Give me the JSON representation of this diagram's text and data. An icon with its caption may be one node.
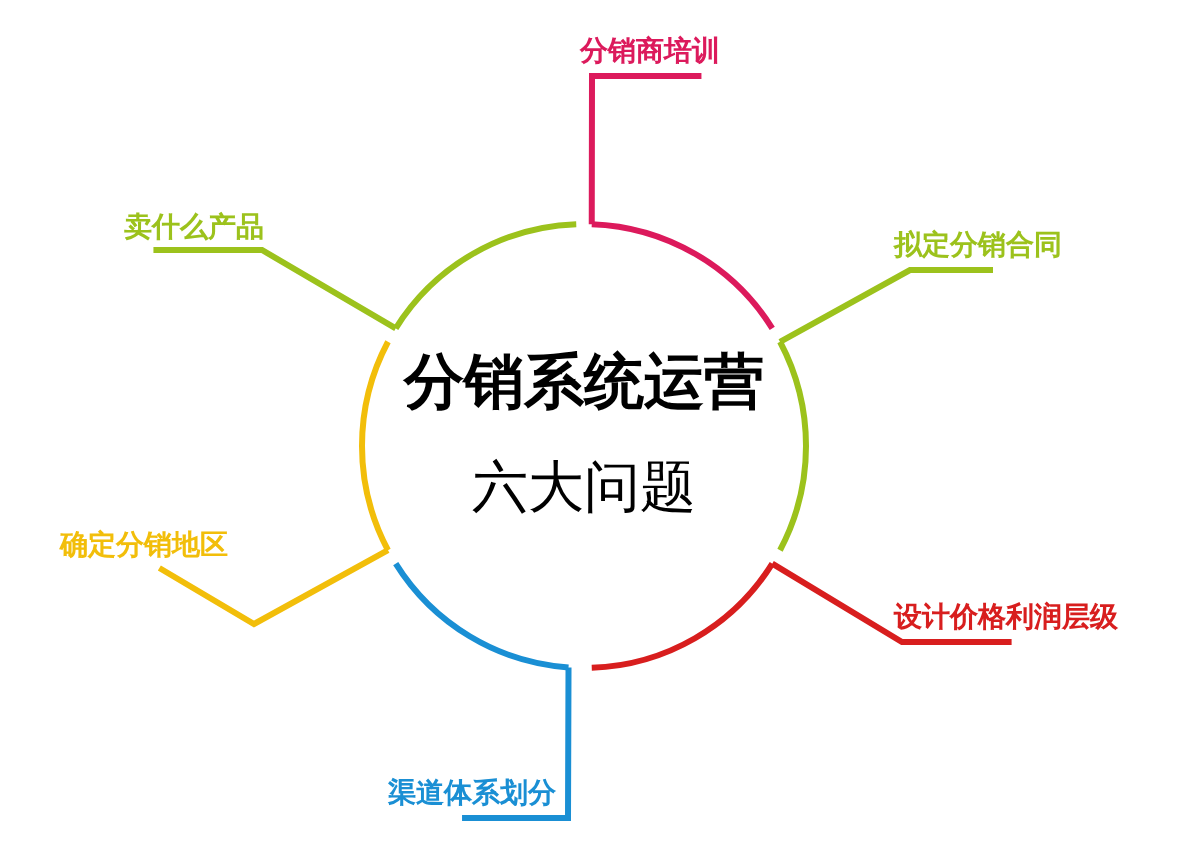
{
  "diagram": {
    "nodes": [
      {
        "text": [
          "分销系统运营",
          "六大问题"
        ]
      },
      {
        "text": [
          "分销商培训"
        ]
      },
      {
        "text": [
          "拟定分销合同"
        ]
      },
      {
        "text": [
          "设计价格利润层级"
        ]
      },
      {
        "text": [
          "渠道体系划分"
        ]
      },
      {
        "text": [
          "确定分销地区"
        ]
      },
      {
        "text": [
          "卖什么产品"
        ]
      }
    ],
    "edges": [
      {
        "from": 1,
        "to": 0,
        "arrow": "none",
        "color": "#dc1a5c"
      },
      {
        "from": 2,
        "to": 0,
        "arrow": "none",
        "color": "#9cc21c"
      },
      {
        "from": 3,
        "to": 0,
        "arrow": "none",
        "color": "#d81e1e"
      },
      {
        "from": 4,
        "to": 0,
        "arrow": "none",
        "color": "#1a8fd4"
      },
      {
        "from": 5,
        "to": 0,
        "arrow": "none",
        "color": "#f2be0a"
      },
      {
        "from": 6,
        "to": 0,
        "arrow": "none",
        "color": "#9cc21c"
      }
    ]
  }
}
